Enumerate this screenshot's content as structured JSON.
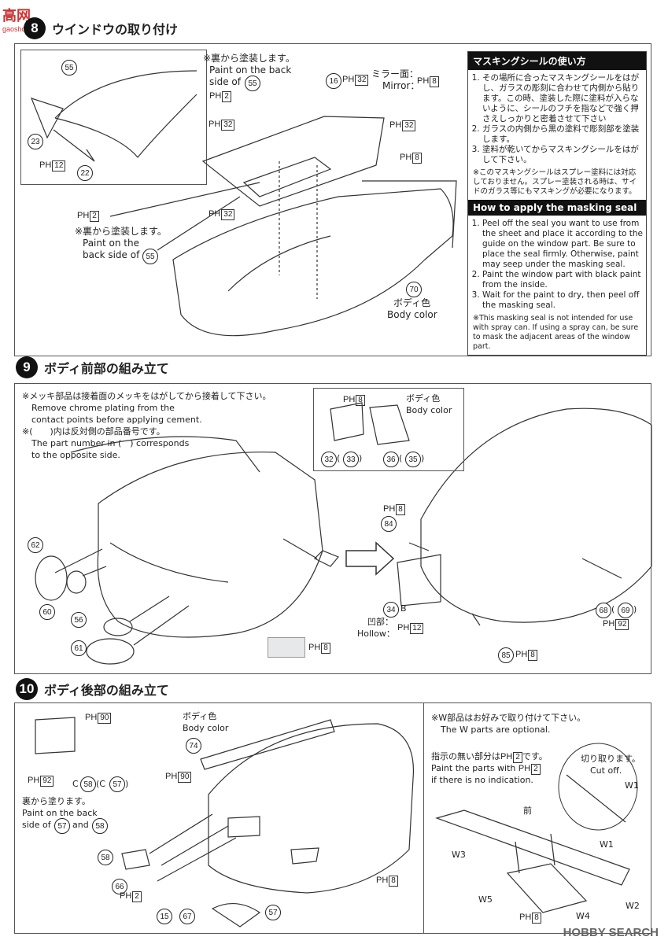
{
  "watermark_top": {
    "main": "高网",
    "sub": "gaoshou.net"
  },
  "watermark_bottom": "HOBBY SEARCH",
  "step8": {
    "number": "8",
    "title": "ウインドウの取り付け",
    "note_back_1_jp": "※裏から塗装します。",
    "note_back_1_en1": "Paint on the back",
    "note_back_1_en2": "side of",
    "note_back_2_jp": "※裏から塗装します。",
    "note_back_2_en1": "Paint on the",
    "note_back_2_en2": "back side of",
    "mirror_jp": "ミラー面：",
    "mirror_en": "Mirror：",
    "body_color_jp": "ボディ色",
    "body_color_en": "Body color",
    "parts": [
      "55",
      "23",
      "22",
      "16",
      "70"
    ],
    "ph_labels": [
      "2",
      "12",
      "32",
      "8",
      "32",
      "8",
      "2",
      "32"
    ]
  },
  "masking": {
    "title_jp": "マスキングシールの使い方",
    "steps_jp": [
      "その場所に合ったマスキングシールをはがし、ガラスの彫刻に合わせて内側から貼ります。この時、塗装した際に塗料が入らないように、シールのフチを指などで強く押さえしっかりと密着させて下さい",
      "ガラスの内側から黒の塗料で彫刻部を塗装します。",
      "塗料が乾いてからマスキングシールをはがして下さい。"
    ],
    "note_jp": "※このマスキングシールはスプレー塗料には対応しておりません。スプレー塗装される時は、サイドのガラス等にもマスキングが必要になります。",
    "title_en": "How to apply the masking seal",
    "steps_en": [
      "Peel off the seal you want to use from the sheet and place it according to the guide on the window part. Be sure to place the seal firmly. Otherwise, paint may seep under the masking seal.",
      "Paint the window part with black paint from the inside.",
      "Wait for the paint to dry, then peel off the masking seal."
    ],
    "note_en": "※This masking seal is not intended for use with spray can. If using a spray can, be sure to mask the adjacent areas of the window part."
  },
  "step9": {
    "number": "9",
    "title": "ボディ前部の組み立て",
    "note1_jp": "※メッキ部品は接着面のメッキをはがしてから接着して下さい。",
    "note1_en1": "Remove chrome plating from the",
    "note1_en2": "contact points before applying cement.",
    "note2_jp": "※(　　)内は反対側の部品番号です。",
    "note2_en1": "The part number in (　) corresponds",
    "note2_en2": "to the opposite side.",
    "body_color_jp": "ボディ色",
    "body_color_en": "Body color",
    "hollow_jp": "凹部：",
    "hollow_en": "Hollow：",
    "part_34_suffix": "B",
    "paren_open": "(",
    "paren_close": ")",
    "parts": [
      "32",
      "33",
      "36",
      "35",
      "62",
      "60",
      "56",
      "61",
      "84",
      "34",
      "85",
      "68",
      "69"
    ],
    "ph_labels": [
      "8",
      "8",
      "12",
      "8",
      "92",
      "8"
    ]
  },
  "step10": {
    "number": "10",
    "title": "ボディ後部の組み立て",
    "body_color_jp": "ボディ色",
    "body_color_en": "Body color",
    "back_jp": "裏から塗ります。",
    "back_en1": "Paint on the back",
    "back_en2a": "side of",
    "back_en2b": "and",
    "c_label": "C",
    "c_label2": "(C",
    "w_note_jp": "※W部品はお好みで取り付けて下さい。",
    "w_note_en": "The W parts are optional.",
    "ph_note_jp": "指示の無い部分は",
    "ph_note_jp_end": "です。",
    "ph_note_en1": "Paint the parts with",
    "ph_note_en2": "if there is no indication.",
    "cut_jp": "切り取ります。",
    "cut_en": "Cut off.",
    "front_jp": "前",
    "w_labels": [
      "W1",
      "W1",
      "W2",
      "W3",
      "W4",
      "W5"
    ],
    "parts": [
      "74",
      "58",
      "57",
      "57",
      "58",
      "58",
      "66",
      "15",
      "67",
      "57"
    ],
    "ph_labels": [
      "90",
      "92",
      "90",
      "2",
      "8",
      "2",
      "2",
      "8"
    ]
  }
}
